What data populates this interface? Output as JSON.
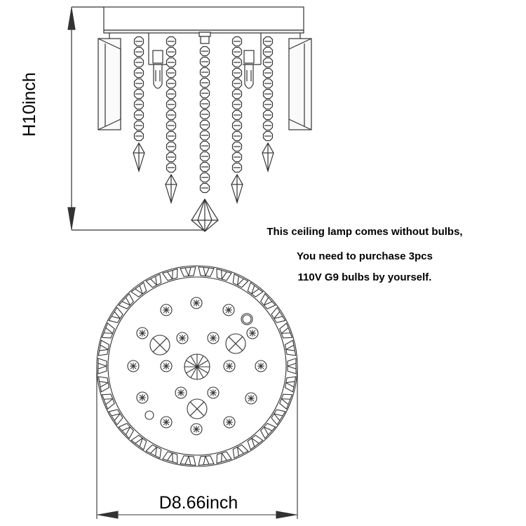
{
  "dimensions": {
    "height_label": "H10inch",
    "diameter_label": "D8.66inch"
  },
  "note": {
    "line1": "This ceiling lamp comes without bulbs,",
    "line2": "You need to purchase 3pcs",
    "line3": "110V G9 bulbs by yourself."
  },
  "colors": {
    "line": "#333333",
    "text": "#000000",
    "background": "#ffffff"
  }
}
